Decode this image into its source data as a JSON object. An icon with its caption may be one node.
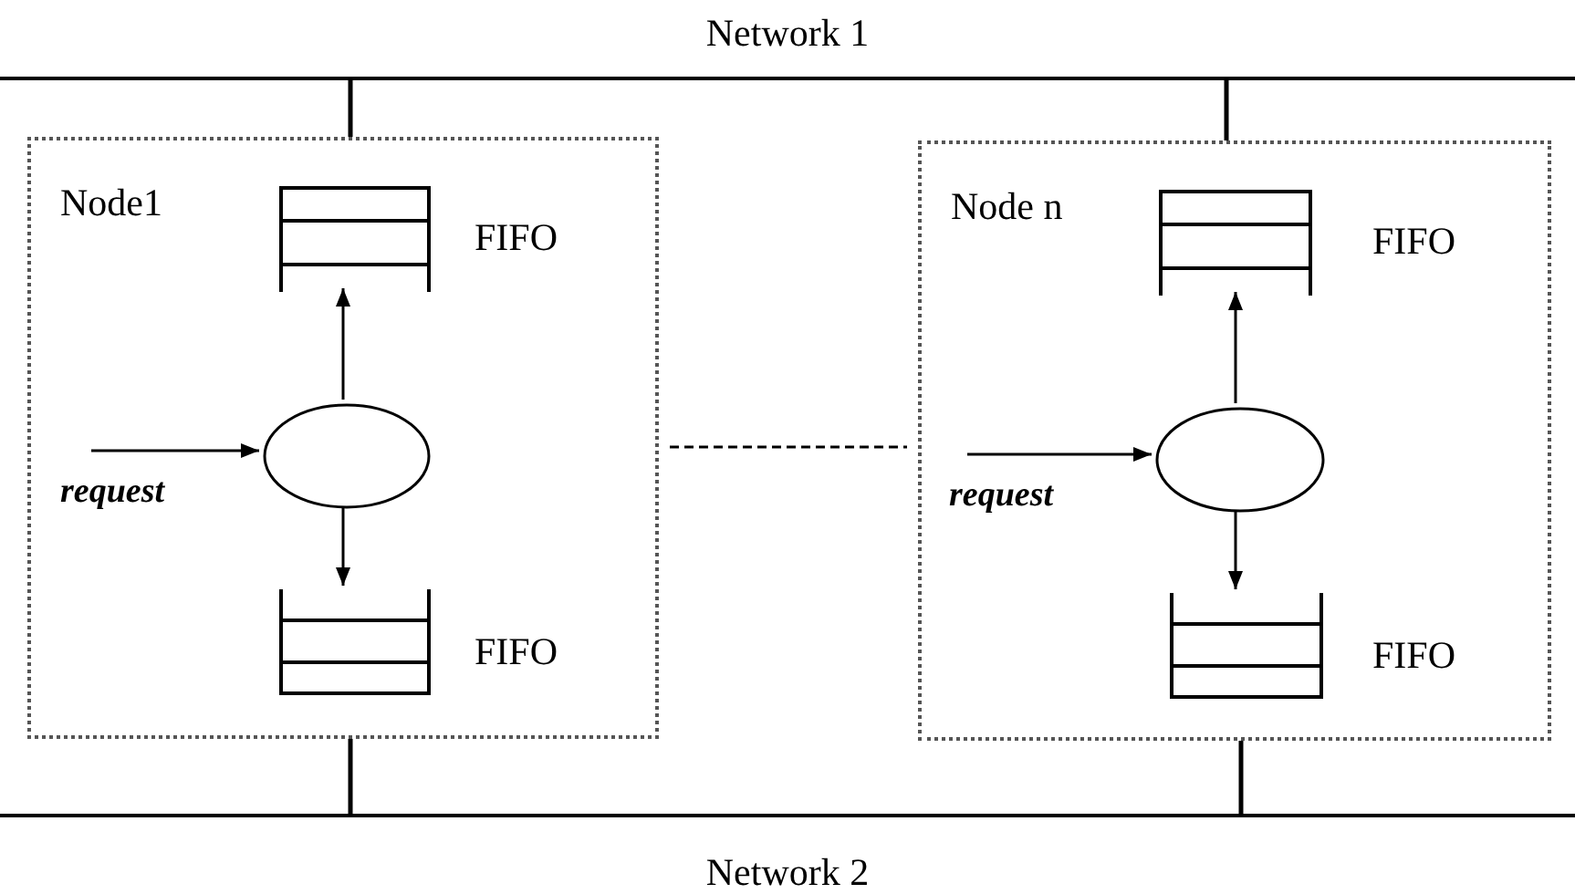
{
  "diagram": {
    "nodes": [
      {
        "text": [
          "Network 1"
        ]
      },
      {
        "text": [
          "Node1"
        ]
      },
      {
        "text": [],
        "shape": "box",
        "in": 1,
        "beside": [
          "FIFO"
        ]
      },
      {
        "text": [],
        "shape": "circle",
        "in": 1
      },
      {
        "text": [],
        "shape": "box",
        "in": 1,
        "beside": [
          "FIFO"
        ]
      },
      {
        "text": [
          "Node n"
        ]
      },
      {
        "text": [],
        "shape": "box",
        "in": 5,
        "beside": [
          "FIFO"
        ]
      },
      {
        "text": [],
        "shape": "circle",
        "in": 5
      },
      {
        "text": [],
        "shape": "box",
        "in": 5,
        "beside": [
          "FIFO"
        ]
      },
      {
        "text": [
          "Network 2"
        ]
      }
    ],
    "edges": [
      {
        "from": 0,
        "to": 1,
        "arrow": "none"
      },
      {
        "from": null,
        "to": 3,
        "arrow": "to",
        "label": "request"
      },
      {
        "from": 3,
        "to": 2,
        "arrow": "to"
      },
      {
        "from": 3,
        "to": 4,
        "arrow": "to"
      },
      {
        "from": 1,
        "to": 9,
        "arrow": "none"
      },
      {
        "from": 1,
        "to": 5,
        "arrow": "none",
        "style": "dashed"
      },
      {
        "from": 0,
        "to": 5,
        "arrow": "none"
      },
      {
        "from": null,
        "to": 7,
        "arrow": "to",
        "label": "request"
      },
      {
        "from": 7,
        "to": 6,
        "arrow": "to"
      },
      {
        "from": 7,
        "to": 8,
        "arrow": "to"
      },
      {
        "from": 5,
        "to": 9,
        "arrow": "none"
      }
    ]
  }
}
